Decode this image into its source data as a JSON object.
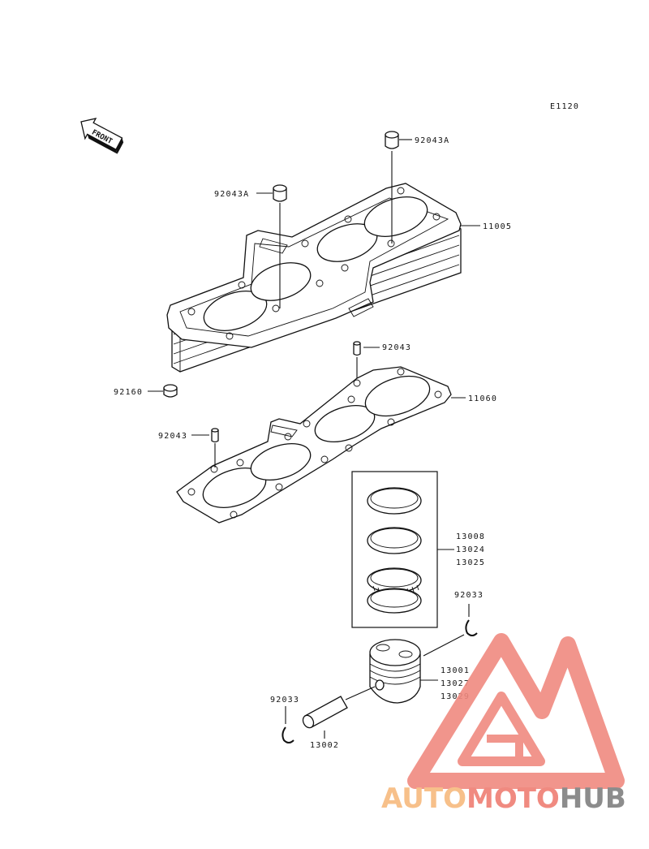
{
  "diagram": {
    "code": "E1120",
    "front_label": "FRONT",
    "callouts": {
      "dowel_top_right": "92043A",
      "dowel_top_left": "92043A",
      "cylinder_block": "11005",
      "dowel_mid": "92043",
      "cap": "92160",
      "base_gasket": "11060",
      "dowel_gasket": "92043",
      "rings_line1": "13008",
      "rings_line2": "13024",
      "rings_line3": "13025",
      "clip_right": "92033",
      "piston_line1": "13001",
      "piston_line2": "13027",
      "piston_line3": "13029",
      "clip_left": "92033",
      "pin": "13002"
    }
  },
  "watermark": {
    "part1": "AUTO",
    "part2": "MOTO",
    "part3": "HUB",
    "colors": {
      "orange": "#f7c08a",
      "red": "#f08a80",
      "gray": "#8c8c8c"
    }
  }
}
